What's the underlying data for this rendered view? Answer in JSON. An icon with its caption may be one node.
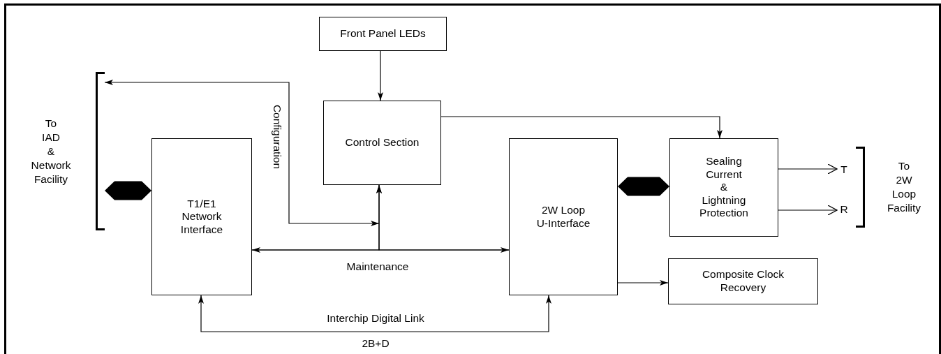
{
  "diagram": {
    "nodes": [
      {
        "text": [
          "Front Panel LEDs"
        ]
      },
      {
        "text": [
          "Control Section"
        ]
      },
      {
        "text": [
          "T1/E1 Network Interface"
        ]
      },
      {
        "text": [
          "2W Loop U-Interface"
        ]
      },
      {
        "text": [
          "Sealing Current & Lightning Protection"
        ]
      },
      {
        "text": [
          "Composite Clock Recovery"
        ]
      },
      {
        "text": [
          "To IAD & Network Facility"
        ]
      },
      {
        "text": [
          "T"
        ]
      },
      {
        "text": [
          "R"
        ]
      },
      {
        "text": [
          "To 2W Loop Facility"
        ]
      }
    ],
    "edges": [
      {
        "from": 0,
        "to": 1,
        "arrow": "to"
      },
      {
        "from": 1,
        "to": 4,
        "arrow": "to"
      },
      {
        "from": null,
        "to": 6,
        "arrow": "both",
        "label": "Configuration"
      },
      {
        "from": 2,
        "to": 3,
        "arrow": "both",
        "label": "Maintenance"
      },
      {
        "from": 2,
        "to": 1,
        "arrow": "to"
      },
      {
        "from": 3,
        "to": 1,
        "arrow": "to"
      },
      {
        "from": 2,
        "to": 3,
        "arrow": "both",
        "label": "Interchip Digital Link"
      },
      {
        "from": 3,
        "to": 5,
        "arrow": "to"
      },
      {
        "from": 6,
        "to": 2,
        "arrow": "both",
        "style": "thick"
      },
      {
        "from": 3,
        "to": 4,
        "arrow": "both",
        "style": "thick"
      },
      {
        "from": 4,
        "to": 7,
        "arrow": "to"
      },
      {
        "from": 4,
        "to": 8,
        "arrow": "to"
      }
    ],
    "labels": [
      "2B+D"
    ]
  }
}
